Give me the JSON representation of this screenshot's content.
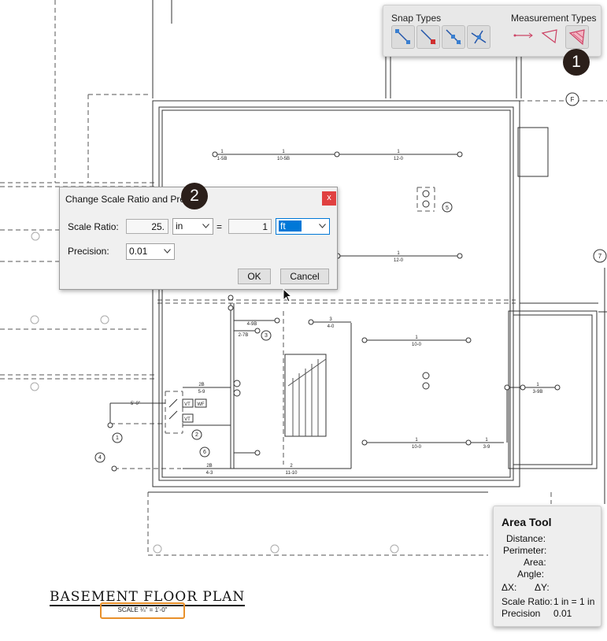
{
  "snap_panel": {
    "snap_title": "Snap Types",
    "measure_title": "Measurement Types",
    "snap_icons": [
      "snap-endpoint-icon",
      "snap-midpoint-icon",
      "snap-center-icon",
      "snap-intersection-icon"
    ],
    "measure_icons": [
      "distance-measure-icon",
      "perimeter-measure-icon",
      "area-measure-icon"
    ],
    "badge": "1"
  },
  "dialog": {
    "title": "Change Scale Ratio and Pre",
    "close_label": "x",
    "badge": "2",
    "scale_label": "Scale Ratio:",
    "scale_value": "25.",
    "scale_unit": "in",
    "equals": "=",
    "target_value": "1",
    "target_unit": "ft",
    "precision_label": "Precision:",
    "precision_value": "0.01",
    "ok_label": "OK",
    "cancel_label": "Cancel"
  },
  "area_tool": {
    "title": "Area Tool",
    "distance_label": "Distance:",
    "perimeter_label": "Perimeter:",
    "area_label": "Area:",
    "angle_label": "Angle:",
    "dx_label": "ΔX:",
    "dy_label": "ΔY:",
    "scale_ratio_label": "Scale Ratio:",
    "scale_ratio_value": "1 in = 1 in",
    "precision_label": "Precision",
    "precision_value": "0.01"
  },
  "plan": {
    "title": "BASEMENT FLOOR PLAN",
    "scale_text": "SCALE  ¼\" = 1'-0\"",
    "grid_tag": "F",
    "grid_tag_2": "7",
    "dims": [
      "1",
      "1-5B",
      "10-5B",
      "12-0",
      "1",
      "12-0",
      "1",
      "10-0",
      "1",
      "10-0",
      "1",
      "3-9",
      "1",
      "3-9B",
      "2",
      "11-10",
      "2B",
      "4-3",
      "2B",
      "5-9",
      "3",
      "4-0",
      "2-7B",
      "2",
      "4-9B",
      "5'-0\""
    ],
    "callouts": [
      "1",
      "2",
      "3",
      "4",
      "5",
      "6"
    ],
    "fixtures": [
      "VT",
      "WF",
      "VT"
    ]
  }
}
